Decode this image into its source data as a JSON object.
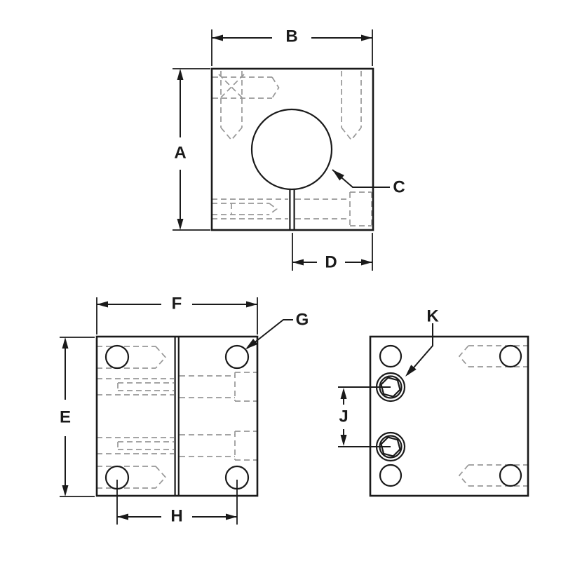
{
  "colors": {
    "line": "#1a1a1a",
    "hidden_line": "#979797",
    "background": "#ffffff"
  },
  "views": {
    "front": {
      "labels": {
        "height": "A",
        "width": "B",
        "bore": "C",
        "slit_to_edge": "D"
      }
    },
    "bottom": {
      "labels": {
        "height": "E",
        "width": "F",
        "mounting_hole": "G",
        "hole_spacing": "H"
      }
    },
    "side": {
      "labels": {
        "screw_spacing": "J",
        "clamp_screw": "K"
      }
    }
  }
}
